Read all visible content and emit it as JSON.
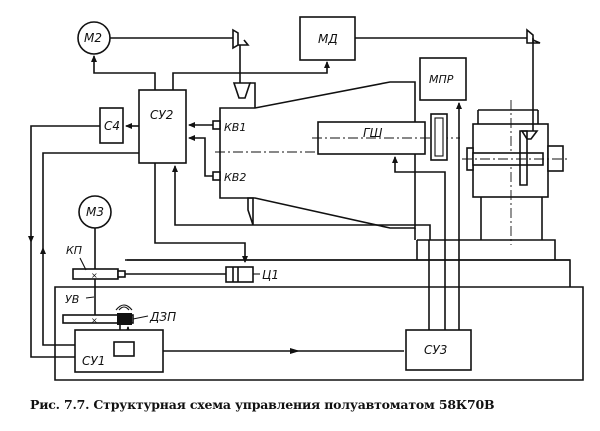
{
  "diagram": {
    "blocks": {
      "m2": "М2",
      "md": "МД",
      "su2": "СУ2",
      "c4": "С4",
      "kv1": "КВ1",
      "kv2": "КВ2",
      "gsh": "ГШ",
      "mpr": "МПР",
      "m3": "М3",
      "kp": "КП",
      "ts1": "Ц1",
      "uv": "УВ",
      "dzp": "ДЗП",
      "su1": "СУ1",
      "su3": "СУ3"
    }
  },
  "caption": "Рис. 7.7. Структурная схема управления полуавтоматом 58К70В"
}
